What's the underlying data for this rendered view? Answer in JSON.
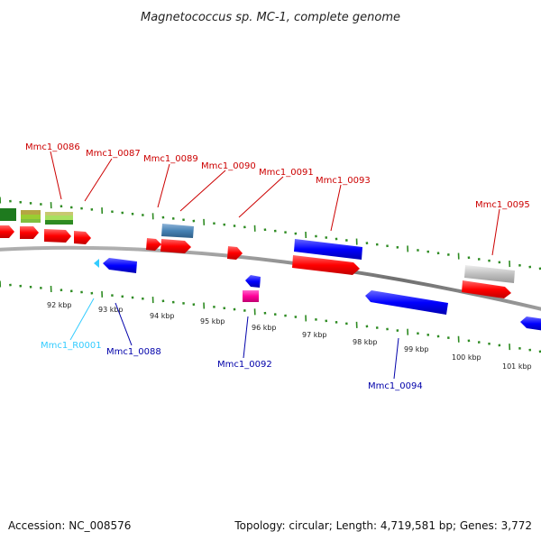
{
  "title": "Magnetococcus sp. MC-1, complete genome",
  "footer": {
    "accession": "Accession: NC_008576",
    "summary": "Topology: circular; Length: 4,719,581 bp; Genes: 3,772"
  },
  "colors": {
    "backbone": "#808080",
    "forward_cds": "#ff0000",
    "reverse_cds": "#0000ff",
    "trna": "#ff0099",
    "rrna_like": "#4682b4",
    "pseudo": "#c0c0c0",
    "ncrna": "#33ccff",
    "forward_label": "#cc0000",
    "reverse_label": "#0000aa",
    "ticks": "#2e8b22"
  },
  "scale_labels": [
    "92 kbp",
    "93 kbp",
    "94 kbp",
    "95 kbp",
    "96 kbp",
    "97 kbp",
    "98 kbp",
    "99 kbp",
    "100 kbp",
    "101 kbp"
  ],
  "gene_labels": {
    "forward": [
      "Mmc1_0086",
      "Mmc1_0087",
      "Mmc1_0089",
      "Mmc1_0090",
      "Mmc1_0091",
      "Mmc1_0093",
      "Mmc1_0095"
    ],
    "reverse": [
      "Mmc1_R0001",
      "Mmc1_0088",
      "Mmc1_0092",
      "Mmc1_0094"
    ]
  }
}
